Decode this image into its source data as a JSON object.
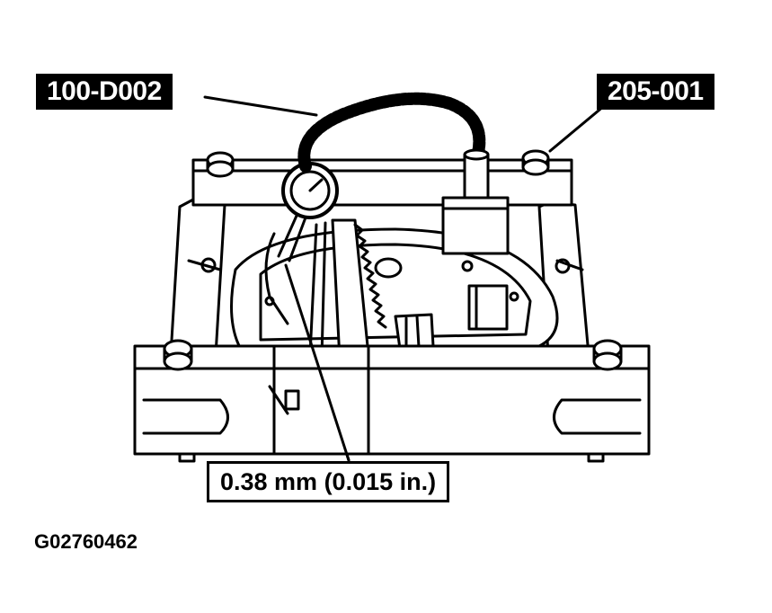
{
  "callouts": {
    "dial_indicator": "100-D002",
    "holding_fixture": "205-001",
    "measurement": "0.38 mm (0.015 in.)"
  },
  "figure_id": "G02760462",
  "colors": {
    "ink": "#000000",
    "paper": "#ffffff"
  }
}
